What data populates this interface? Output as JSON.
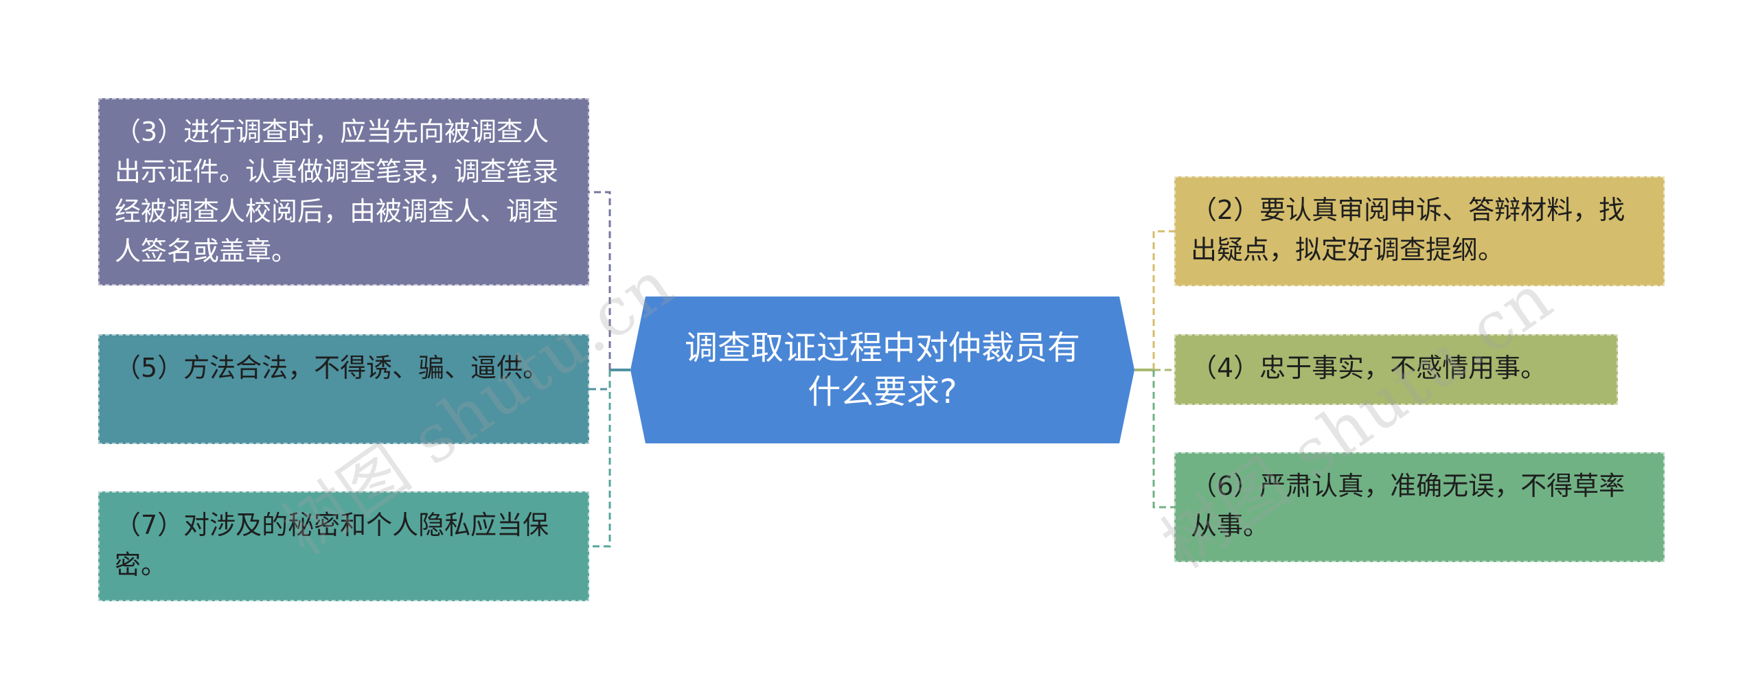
{
  "center": {
    "label": "调查取证过程中对仲裁员有什么要求?"
  },
  "left_nodes": [
    {
      "id": "n3",
      "text": "（3）进行调查时，应当先向被调查人出示证件。认真做调查笔录，调查笔录经被调查人校阅后，由被调查人、调查人签名或盖章。"
    },
    {
      "id": "n5",
      "text": "（5）方法合法，不得诱、骗、逼供。"
    },
    {
      "id": "n7",
      "text": "（7）对涉及的秘密和个人隐私应当保密。"
    }
  ],
  "right_nodes": [
    {
      "id": "n2",
      "text": "（2）要认真审阅申诉、答辩材料，找出疑点，拟定好调查提纲。"
    },
    {
      "id": "n4",
      "text": "（4）忠于事实，不感情用事。"
    },
    {
      "id": "n6",
      "text": "（6）严肃认真，准确无误，不得草率从事。"
    }
  ],
  "watermark": {
    "text": "树图 shutu.cn"
  },
  "colors": {
    "center": "#4a86d6",
    "n3": "#75779f",
    "n5": "#4f92a0",
    "n7": "#56a59b",
    "n2": "#d4bd6c",
    "n4": "#a8b86f",
    "n6": "#71b285"
  }
}
